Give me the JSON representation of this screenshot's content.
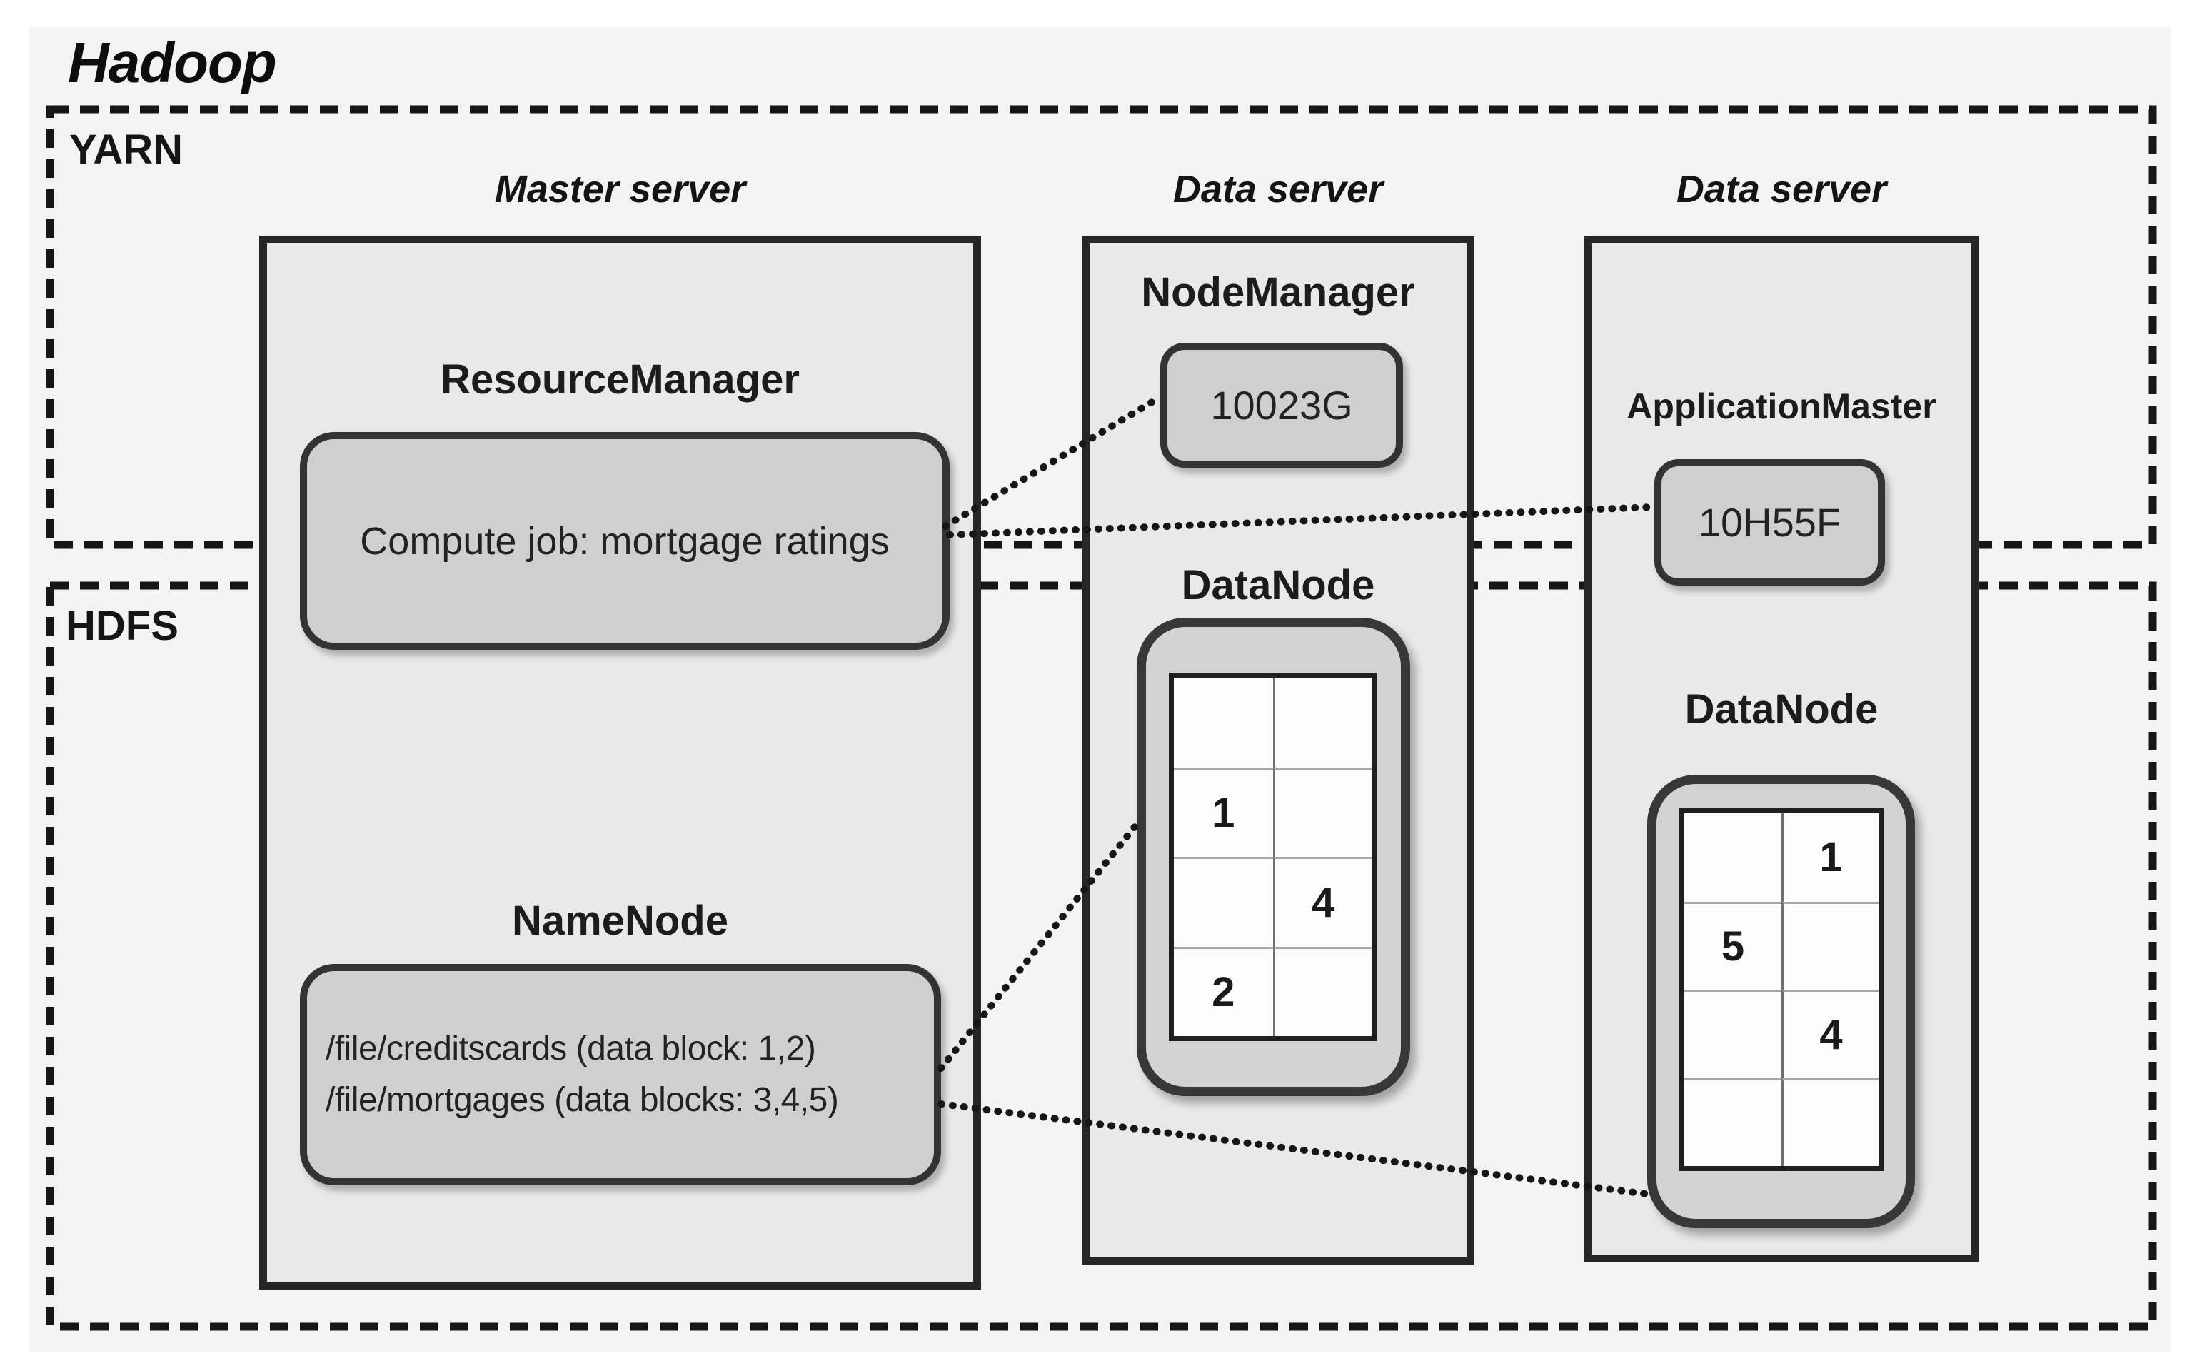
{
  "title": "Hadoop",
  "zones": {
    "yarn": {
      "label": "YARN"
    },
    "hdfs": {
      "label": "HDFS"
    }
  },
  "servers": {
    "master": {
      "title": "Master server",
      "resource_manager": {
        "label": "ResourceManager",
        "job_text": "Compute job: mortgage ratings"
      },
      "name_node": {
        "label": "NameNode",
        "file_entries": [
          "/file/creditscards (data block: 1,2)",
          "/file/mortgages (data blocks: 3,4,5)"
        ]
      }
    },
    "data1": {
      "title": "Data server",
      "node_manager": {
        "label": "NodeManager",
        "container_id": "10023G"
      },
      "data_node": {
        "label": "DataNode",
        "grid": [
          [
            "",
            ""
          ],
          [
            "1",
            ""
          ],
          [
            "",
            "4"
          ],
          [
            "2",
            ""
          ]
        ]
      }
    },
    "data2": {
      "title": "Data server",
      "application_master": {
        "label": "ApplicationMaster",
        "container_id": "10H55F"
      },
      "data_node": {
        "label": "DataNode",
        "grid": [
          [
            "",
            "1"
          ],
          [
            "5",
            ""
          ],
          [
            "",
            "4"
          ],
          [
            "",
            ""
          ]
        ]
      }
    }
  },
  "connections": [
    "compute-job to nodemanager-container",
    "compute-job to applicationmaster-container",
    "namenode to datanode-1",
    "namenode to datanode-2"
  ],
  "colors": {
    "canvas-bg": "#f3f3f3",
    "box-fill": "#e9e9e9",
    "inner-fill": "#cfcfcf",
    "container-fill": "#d3d3d3",
    "border-dark": "#262626",
    "text-dark": "#1c1c1c"
  }
}
